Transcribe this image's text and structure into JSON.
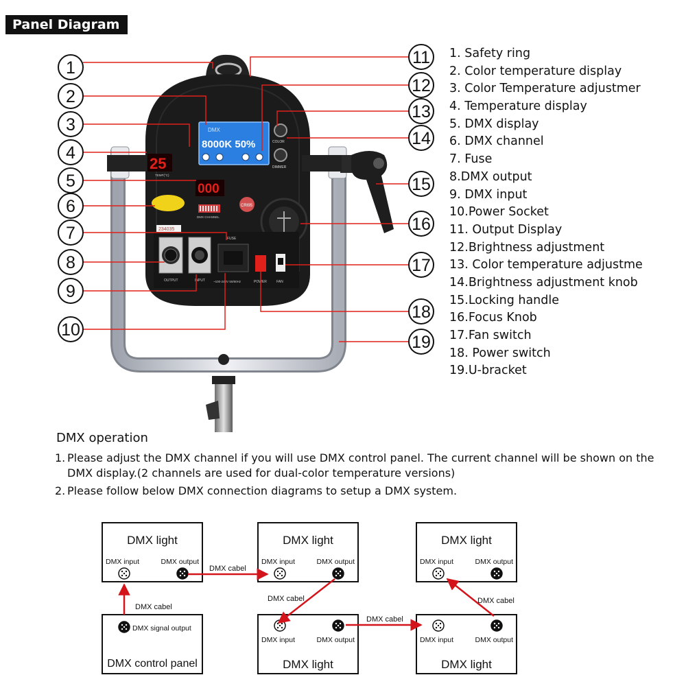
{
  "header": {
    "title": "Panel Diagram"
  },
  "callout_numbers": [
    "1",
    "2",
    "3",
    "4",
    "5",
    "6",
    "7",
    "8",
    "9",
    "10",
    "11",
    "12",
    "13",
    "14",
    "15",
    "16",
    "17",
    "18",
    "19"
  ],
  "legend_items": [
    "1. Safety ring",
    "2. Color temperature display",
    "3. Color Temperature adjustmer",
    "4. Temperature display",
    "5. DMX display",
    "6. DMX channel",
    "7. Fuse",
    "8.DMX output",
    "9. DMX input",
    "10.Power Socket",
    "11. Output Display",
    "12.Brightness adjustment",
    "13. Color temperature adjustme",
    "14.Brightness adjustment knob",
    "15.Locking handle",
    "16.Focus Knob",
    "17.Fan switch",
    "18. Power switch",
    "19.U-bracket"
  ],
  "device": {
    "lcd_main_text": "8000K  50%",
    "temp_readout": "25",
    "temp_label": "TEMP(°C)",
    "dmx_readout": "000",
    "dmx_channel_label": "DMX CHANNEL",
    "color_knob_label": "COLOR",
    "dimmer_knob_label": "DIMMER",
    "fuse_label": "FUSE",
    "output_label": "OUTPUT",
    "input_label": "INPUT",
    "voltage_label": "~100-240V  50/60Hz",
    "power_label": "POWER",
    "fan_label": "FAN",
    "cri_badge": "CRI95",
    "sticker_code": "234035",
    "accent_lcd": "#2a7fe0",
    "accent_led": "#e0201a",
    "body_color": "#1b1b1b"
  },
  "dmx_operation": {
    "heading": "DMX operation",
    "steps": [
      {
        "num": "1.",
        "lines": [
          "Please adjust the DMX channel if you will use DMX control panel. The current channel will be shown on the",
          "DMX display.(2 channels are used for dual-color temperature versions)"
        ]
      },
      {
        "num": "2.",
        "lines": [
          "Please follow below DMX connection diagrams to setup a DMX system."
        ]
      }
    ]
  },
  "dmx_diagram": {
    "light_label": "DMX light",
    "input_label": "DMX input",
    "output_label": "DMX output",
    "cable_label": "DMX cabel",
    "panel_title": "DMX control panel",
    "panel_output_label": "DMX signal output",
    "arrow_color": "#d4141b"
  }
}
